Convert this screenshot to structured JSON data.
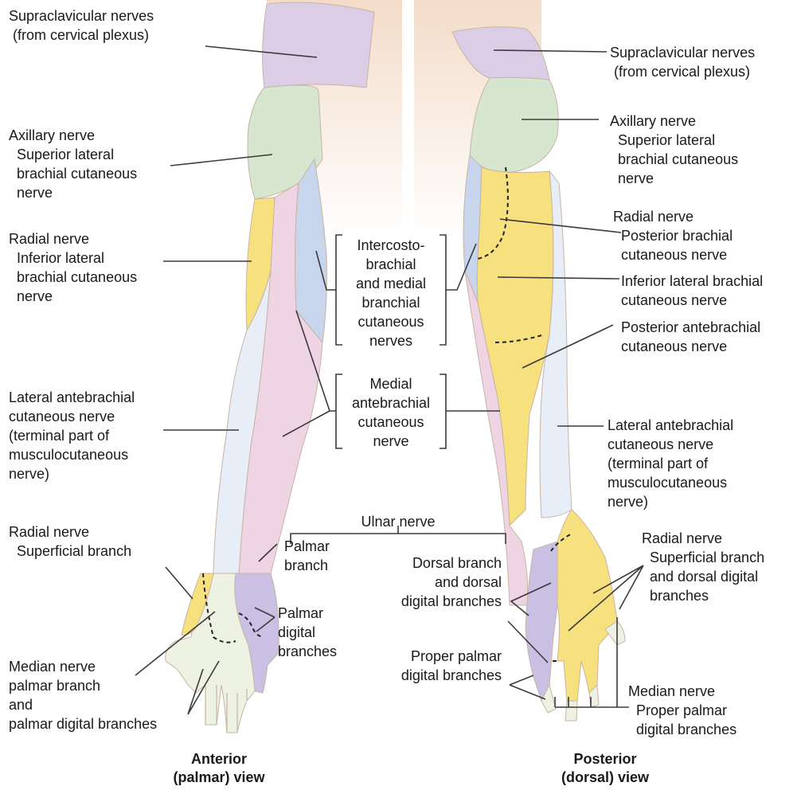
{
  "colors": {
    "supraclavicular": "#dccde6",
    "axillary": "#d6e6cf",
    "radial": "#f7e07e",
    "medial_brachial": "#c7d6ec",
    "medial_antebrachial": "#efd4e3",
    "lateral_antebrachial": "#e8eef8",
    "median": "#eef2e2",
    "ulnar": "#c9c0e3",
    "skin": "#f3dcc9",
    "line": "#3b3b3b"
  },
  "anterior": {
    "supraclavicular": [
      "Supraclavicular nerves",
      " (from cervical plexus)"
    ],
    "axillary": [
      "Axillary nerve",
      "  Superior lateral",
      "  brachial cutaneous",
      "  nerve"
    ],
    "radial_inferior": [
      "Radial nerve",
      "  Inferior lateral",
      "  brachial cutaneous",
      "  nerve"
    ],
    "lateral_antebrachial": [
      "Lateral antebrachial",
      "cutaneous nerve",
      "(terminal part of",
      "musculocutaneous",
      "nerve)"
    ],
    "radial_superficial": [
      "Radial nerve",
      "  Superficial branch"
    ],
    "median": [
      "Median nerve",
      "palmar branch",
      "and",
      "palmar digital branches"
    ],
    "view": [
      "Anterior",
      "(palmar) view"
    ]
  },
  "center": {
    "intercosto": [
      "Intercosto-",
      "brachial",
      "and medial",
      "branchial",
      "cutaneous",
      "nerves"
    ],
    "medial_antebrachial": [
      "Medial",
      "antebrachial",
      "cutaneous",
      "nerve"
    ],
    "ulnar": "Ulnar nerve",
    "palmar_branch": [
      "Palmar",
      "branch"
    ],
    "palmar_digital": [
      "Palmar",
      "digital",
      "branches"
    ],
    "dorsal_branch": [
      "Dorsal branch",
      "and dorsal",
      "digital branches"
    ],
    "proper_palmar": [
      "Proper palmar",
      "digital branches"
    ]
  },
  "posterior": {
    "supraclavicular": [
      "Supraclavicular nerves",
      " (from cervical plexus)"
    ],
    "axillary": [
      "Axillary nerve",
      "  Superior lateral",
      "  brachial cutaneous",
      "  nerve"
    ],
    "radial_posterior": [
      "Radial nerve",
      "  Posterior brachial",
      "  cutaneous nerve"
    ],
    "inferior_lateral": [
      "Inferior lateral brachial",
      "cutaneous nerve"
    ],
    "posterior_antebrachial": [
      "Posterior antebrachial",
      "cutaneous nerve"
    ],
    "lateral_antebrachial": [
      "Lateral antebrachial",
      "cutaneous nerve",
      "(terminal part of",
      "musculocutaneous",
      "nerve)"
    ],
    "radial_superficial": [
      "Radial nerve",
      "  Superficial branch",
      "  and dorsal digital",
      "  branches"
    ],
    "median": [
      "Median nerve",
      "  Proper palmar",
      "  digital branches"
    ],
    "view": [
      "Posterior",
      "(dorsal) view"
    ]
  }
}
